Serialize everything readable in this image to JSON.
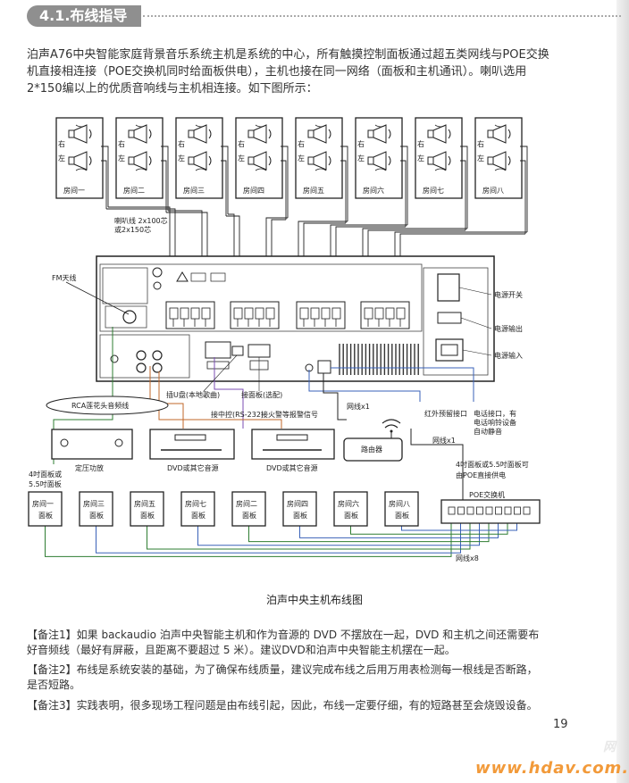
{
  "header": {
    "section_title": "4.1.布线指导"
  },
  "intro": {
    "paragraph": "泊声A76中央智能家庭背景音乐系统主机是系统的中心，所有触摸控制面板通过超五类网线与POE交换机直接相连接（POE交换机同时给面板供电），主机也接在同一网络（面板和主机通讯）。喇叭选用2*150编以上的优质音响线与主机相连接。如下图所示："
  },
  "diagram": {
    "rooms": [
      "房间一",
      "房间二",
      "房间三",
      "房间四",
      "房间五",
      "房间六",
      "房间七",
      "房间八"
    ],
    "speaker_left": "左",
    "speaker_right": "右",
    "speaker_wire_note_1": "喇叭线 2x100芯",
    "speaker_wire_note_2": "或2x150芯",
    "fm_antenna": "FM天线",
    "power_switch": "电源开关",
    "power_output": "电源输出",
    "power_input": "电源输入",
    "usb_note": "插U盘(本地歌曲)",
    "panel_note": "接面板(选配)",
    "network_note": "网线x1",
    "rca_note": "RCA莲花头音频线",
    "rs232_note": "接中控(RS-232)",
    "fire_note": "接火警等报警信号",
    "ir_note": "红外预留接口",
    "phone_note_1": "电话接口，有",
    "phone_note_2": "电话响铃设备",
    "phone_note_3": "自动静音",
    "amplifier": "定压功放",
    "dvd_1": "DVD或其它音源",
    "dvd_2": "DVD或其它音源",
    "router": "路由器",
    "network_x1_b": "网线x1",
    "poe_note_1": "4吋面板或5.5吋面板可",
    "poe_note_2": "由POE直接供电",
    "panel_size_1": "4吋面板或",
    "panel_size_2": "5.5吋面板",
    "poe_switch": "POE交换机",
    "network_x8": "网线x8",
    "panels": [
      {
        "l1": "房间一",
        "l2": "面板"
      },
      {
        "l1": "房间三",
        "l2": "面板"
      },
      {
        "l1": "房间五",
        "l2": "面板"
      },
      {
        "l1": "房间七",
        "l2": "面板"
      },
      {
        "l1": "房间二",
        "l2": "面板"
      },
      {
        "l1": "房间四",
        "l2": "面板"
      },
      {
        "l1": "房间六",
        "l2": "面板"
      },
      {
        "l1": "房间八",
        "l2": "面板"
      }
    ],
    "caption": "泊声中央主机布线图"
  },
  "notes": [
    "【备注1】如果 backaudio 泊声中央智能主机和作为音源的 DVD 不摆放在一起，DVD 和主机之间还需要布好音频线（最好有屏蔽，且距离不要超过 5 米）。建议DVD和泊声中央智能主机摆在一起。",
    "【备注2】布线是系统安装的基础，为了确保布线质量，建议完成布线之后用万用表检测每一根线是否断路，是否短路。",
    "【备注3】实践表明，很多现场工程问题是由布线引起，因此，布线一定要仔细，有的短路甚至会烧毁设备。"
  ],
  "page_number": "19",
  "watermark": "www.hdav.com.cn",
  "watermark_fragment": "网"
}
